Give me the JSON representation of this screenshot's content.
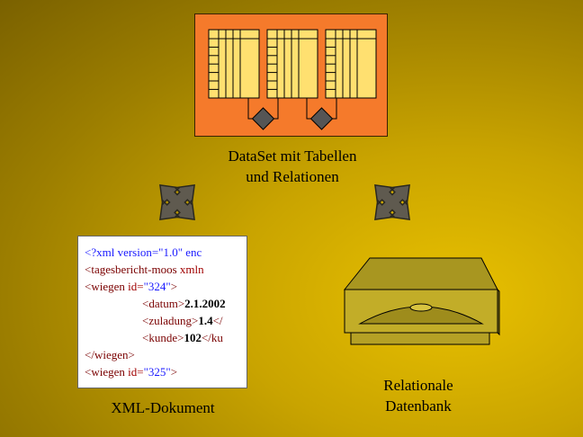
{
  "dataset": {
    "caption": "DataSet mit Tabellen\nund Relationen",
    "tables": 3,
    "table_color": "#ffe070",
    "panel_color": "#f57a2b",
    "relation_color": "#555555"
  },
  "xml": {
    "caption": "XML-Dokument",
    "lines": [
      {
        "indent": false,
        "parts": [
          {
            "t": "<?xml version=\"1.0\" enc",
            "c": "c-blue"
          }
        ]
      },
      {
        "indent": false,
        "parts": [
          {
            "t": "<tagesbericht-moos ",
            "c": "c-dark"
          },
          {
            "t": "xmln",
            "c": "c-red"
          }
        ]
      },
      {
        "indent": false,
        "parts": [
          {
            "t": "<wiegen ",
            "c": "c-dark"
          },
          {
            "t": "id=",
            "c": "c-red"
          },
          {
            "t": "\"324\"",
            "c": "c-blue"
          },
          {
            "t": ">",
            "c": "c-dark"
          }
        ]
      },
      {
        "indent": true,
        "parts": [
          {
            "t": "<datum>",
            "c": "c-dark"
          },
          {
            "t": "2.1.2002",
            "c": "c-bold"
          }
        ]
      },
      {
        "indent": true,
        "parts": [
          {
            "t": "<zuladung>",
            "c": "c-dark"
          },
          {
            "t": "1.4",
            "c": "c-bold"
          },
          {
            "t": "</",
            "c": "c-dark"
          }
        ]
      },
      {
        "indent": true,
        "parts": [
          {
            "t": "<kunde>",
            "c": "c-dark"
          },
          {
            "t": "102",
            "c": "c-bold"
          },
          {
            "t": "</ku",
            "c": "c-dark"
          }
        ]
      },
      {
        "indent": false,
        "parts": [
          {
            "t": "</wiegen>",
            "c": "c-dark"
          }
        ]
      },
      {
        "indent": false,
        "parts": [
          {
            "t": "<wiegen ",
            "c": "c-dark"
          },
          {
            "t": "id=",
            "c": "c-red"
          },
          {
            "t": "\"325\"",
            "c": "c-blue"
          },
          {
            "t": ">",
            "c": "c-dark"
          }
        ]
      }
    ]
  },
  "database": {
    "caption": "Relationale\nDatenbank",
    "body_color": "#c2ad28"
  },
  "arrow_color": "#5f5a4f"
}
